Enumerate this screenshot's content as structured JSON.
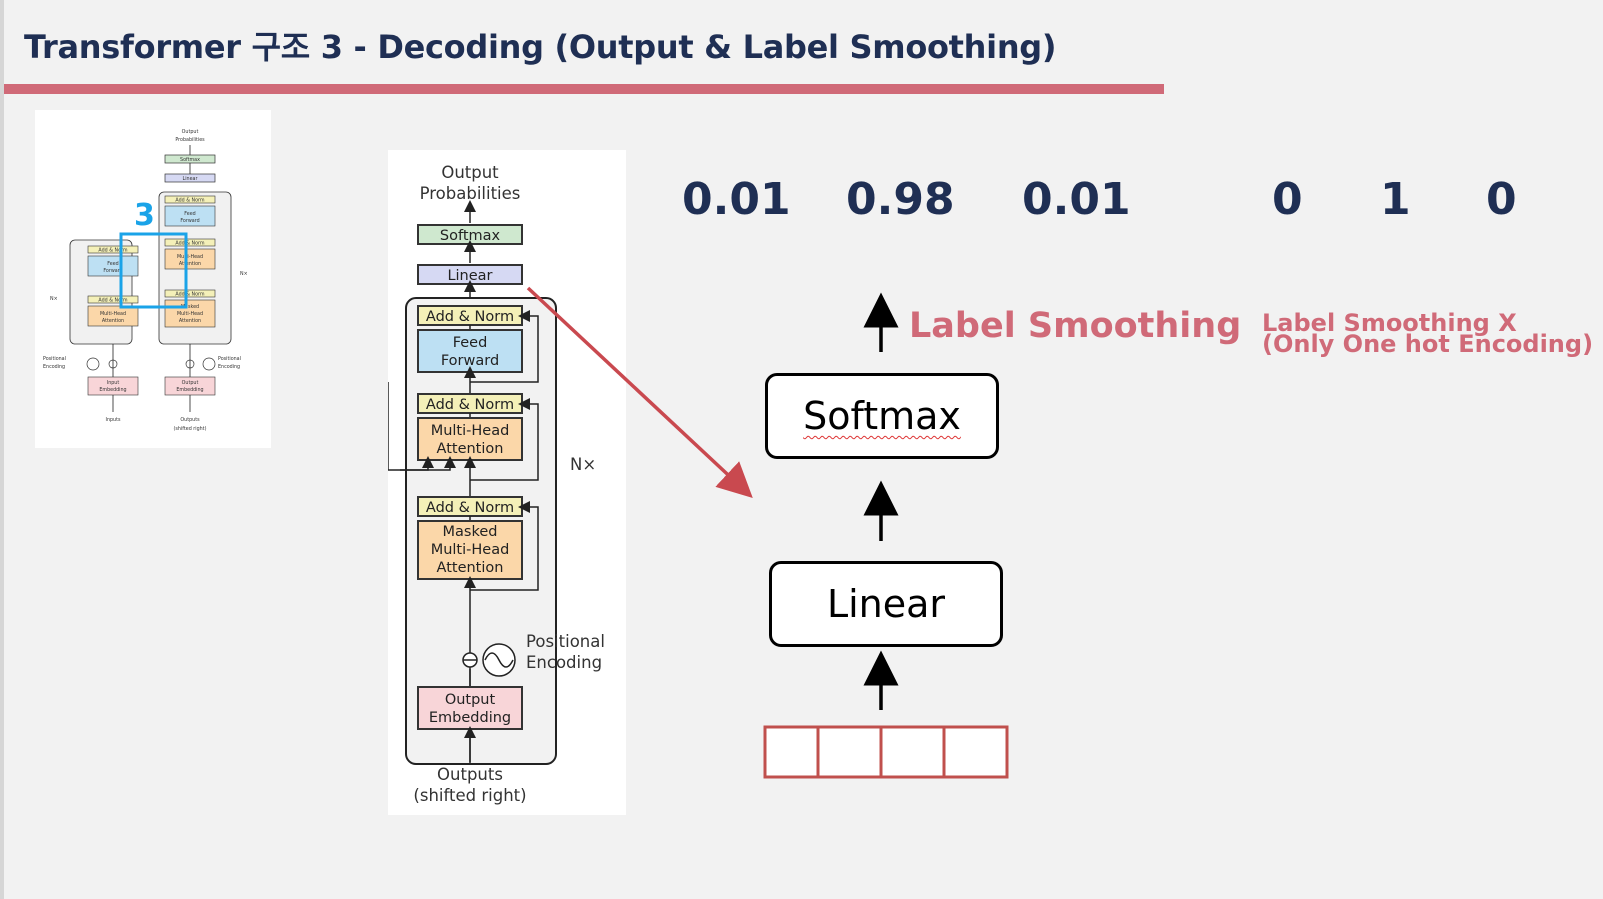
{
  "slide": {
    "title": "Transformer 구조 3 - Decoding (Output & Label Smoothing)",
    "accent_color": "#d06a78",
    "title_color": "#1f2f54"
  },
  "mini_diagram": {
    "step_number": "3",
    "highlight_color": "#1aa3e8",
    "output_probabilities": "Output Probabilities",
    "softmax": "Softmax",
    "linear": "Linear",
    "add_norm": "Add & Norm",
    "feed_forward": "Feed Forward",
    "multi_head_attention": "Multi-Head Attention",
    "masked_multi_head_attention": "Masked Multi-Head Attention",
    "nx": "N×",
    "positional_encoding": "Positional Encoding",
    "input_embedding": "Input Embedding",
    "output_embedding": "Output Embedding",
    "inputs": "Inputs",
    "outputs": "Outputs (shifted right)"
  },
  "decoder_diagram": {
    "output_probabilities_line1": "Output",
    "output_probabilities_line2": "Probabilities",
    "softmax": "Softmax",
    "linear": "Linear",
    "add_norm_top": "Add & Norm",
    "feed_forward_line1": "Feed",
    "feed_forward_line2": "Forward",
    "add_norm_middle": "Add & Norm",
    "mha_line1": "Multi-Head",
    "mha_line2": "Attention",
    "add_norm_bottom": "Add & Norm",
    "masked_line1": "Masked",
    "masked_line2": "Multi-Head",
    "masked_line3": "Attention",
    "nx": "N×",
    "positional_line1": "Positional",
    "positional_line2": "Encoding",
    "output_embedding_line1": "Output",
    "output_embedding_line2": "Embedding",
    "outputs_line1": "Outputs",
    "outputs_line2": "(shifted right)"
  },
  "smoothed_output": [
    "0.01",
    "0.98",
    "0.01"
  ],
  "one_hot_output": [
    "0",
    "1",
    "0"
  ],
  "label_smoothing": "Label Smoothing",
  "no_label_smoothing": {
    "line1": "Label Smoothing X",
    "line2": "(Only One hot Encoding)"
  },
  "zoom_diagram": {
    "softmax": "Softmax",
    "linear": "Linear",
    "vector_cells": 4
  }
}
